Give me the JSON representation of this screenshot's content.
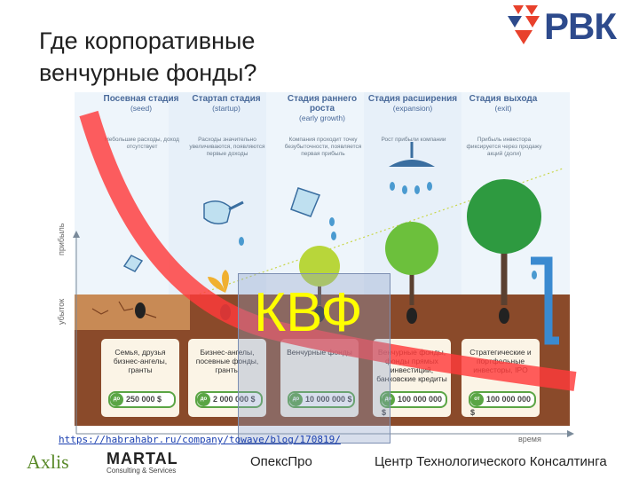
{
  "slide": {
    "title_line1": "Где корпоративные",
    "title_line2": "венчурные фонды?",
    "brand": "РВК",
    "overlay_label": "КВФ",
    "source_link": "https://habrahabr.ru/company/towave/blog/170819/",
    "accent_color": "#ff3b3b",
    "highlight_color": "#ffff00"
  },
  "infographic": {
    "y_axis_top": "прибыль",
    "y_axis_bottom": "убыток",
    "x_axis": "время",
    "stages": [
      {
        "title": "Посевная стадия",
        "sub": "(seed)",
        "desc": "Небольшие расходы, доход отсутствует",
        "card": "Семья, друзья бизнес-ангелы, гранты",
        "prefix": "до",
        "amount": "250 000 $"
      },
      {
        "title": "Стартап стадия",
        "sub": "(startup)",
        "desc": "Расходы значительно увеличиваются, появляются первые доходы",
        "card": "Бизнес-ангелы, посевные фонды, гранты",
        "prefix": "до",
        "amount": "2 000 000 $"
      },
      {
        "title": "Стадия раннего роста",
        "sub": "(early growth)",
        "desc": "Компания проходит точку безубыточности, появляется первая прибыль",
        "card": "Венчурные фонды",
        "prefix": "до",
        "amount": "10 000 000 $"
      },
      {
        "title": "Стадия расширения",
        "sub": "(expansion)",
        "desc": "Рост прибыли компании",
        "card": "Венчурные фонды, фонды прямых инвестиций, банковские кредиты",
        "prefix": "до",
        "amount": "100 000 000 $"
      },
      {
        "title": "Стадия выхода",
        "sub": "(exit)",
        "desc": "Прибыль инвестора фиксируется через продажу акций (доли)",
        "card": "Стратегические и портфельные инвесторы, IPO",
        "prefix": "от",
        "amount": "100 000 000 $"
      }
    ]
  },
  "footer": {
    "logo1": "Axlis",
    "logo2": "MARTAL",
    "logo2_sub": "Consulting & Services",
    "logo3": "ОпексПро",
    "logo4": "Центр Технологического Консалтинга"
  }
}
